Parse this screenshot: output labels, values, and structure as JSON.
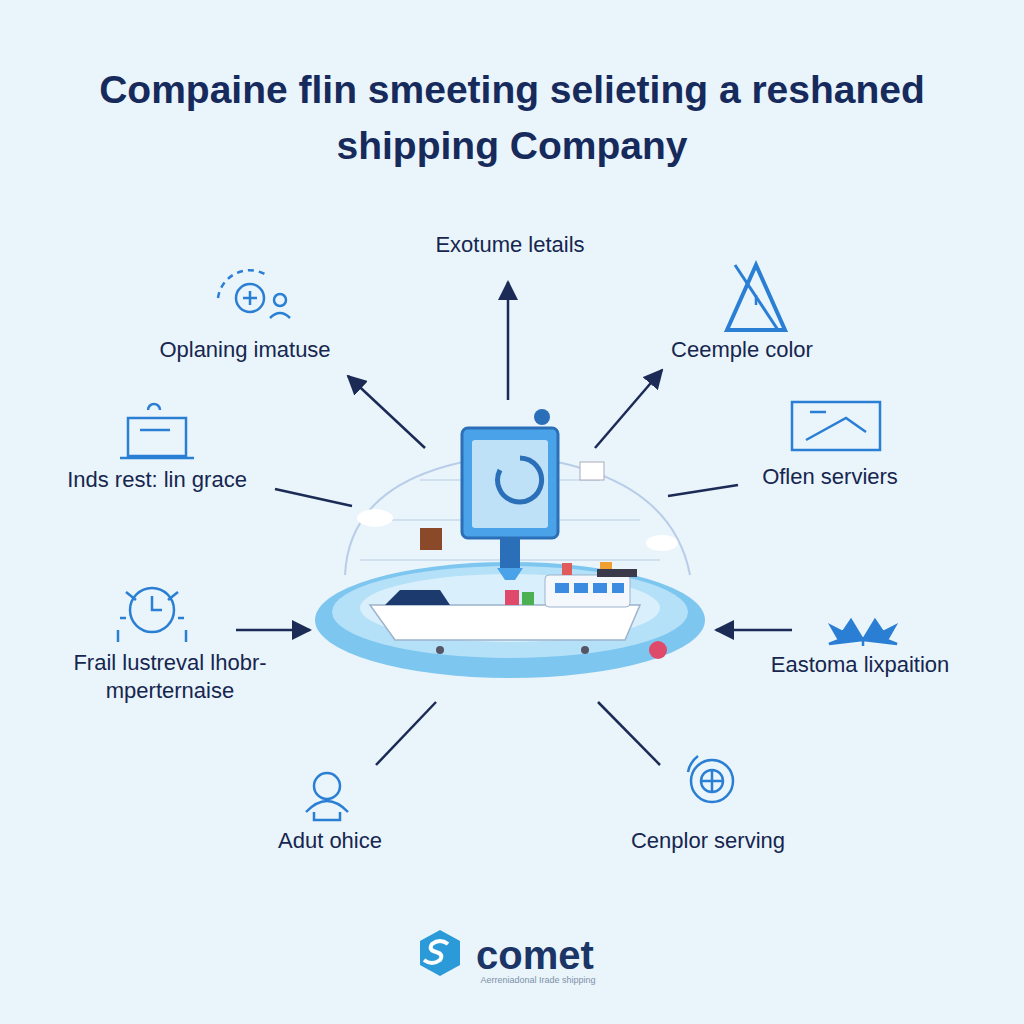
{
  "diagram": {
    "title": "Compaine flin smeeting selieting a reshaned shipping Company",
    "labels": [
      "Exotume letails",
      "Oplaning imatuse",
      "Ceemple color",
      "Inds rest: lin grace",
      "Oflen serviers",
      "Frail lustreval lhobr-mperternaise",
      "Eastoma lixpaition",
      "Adut ohice",
      "Cenplor serving",
      "comet",
      "Aerreniadonal Irade shipping"
    ]
  }
}
